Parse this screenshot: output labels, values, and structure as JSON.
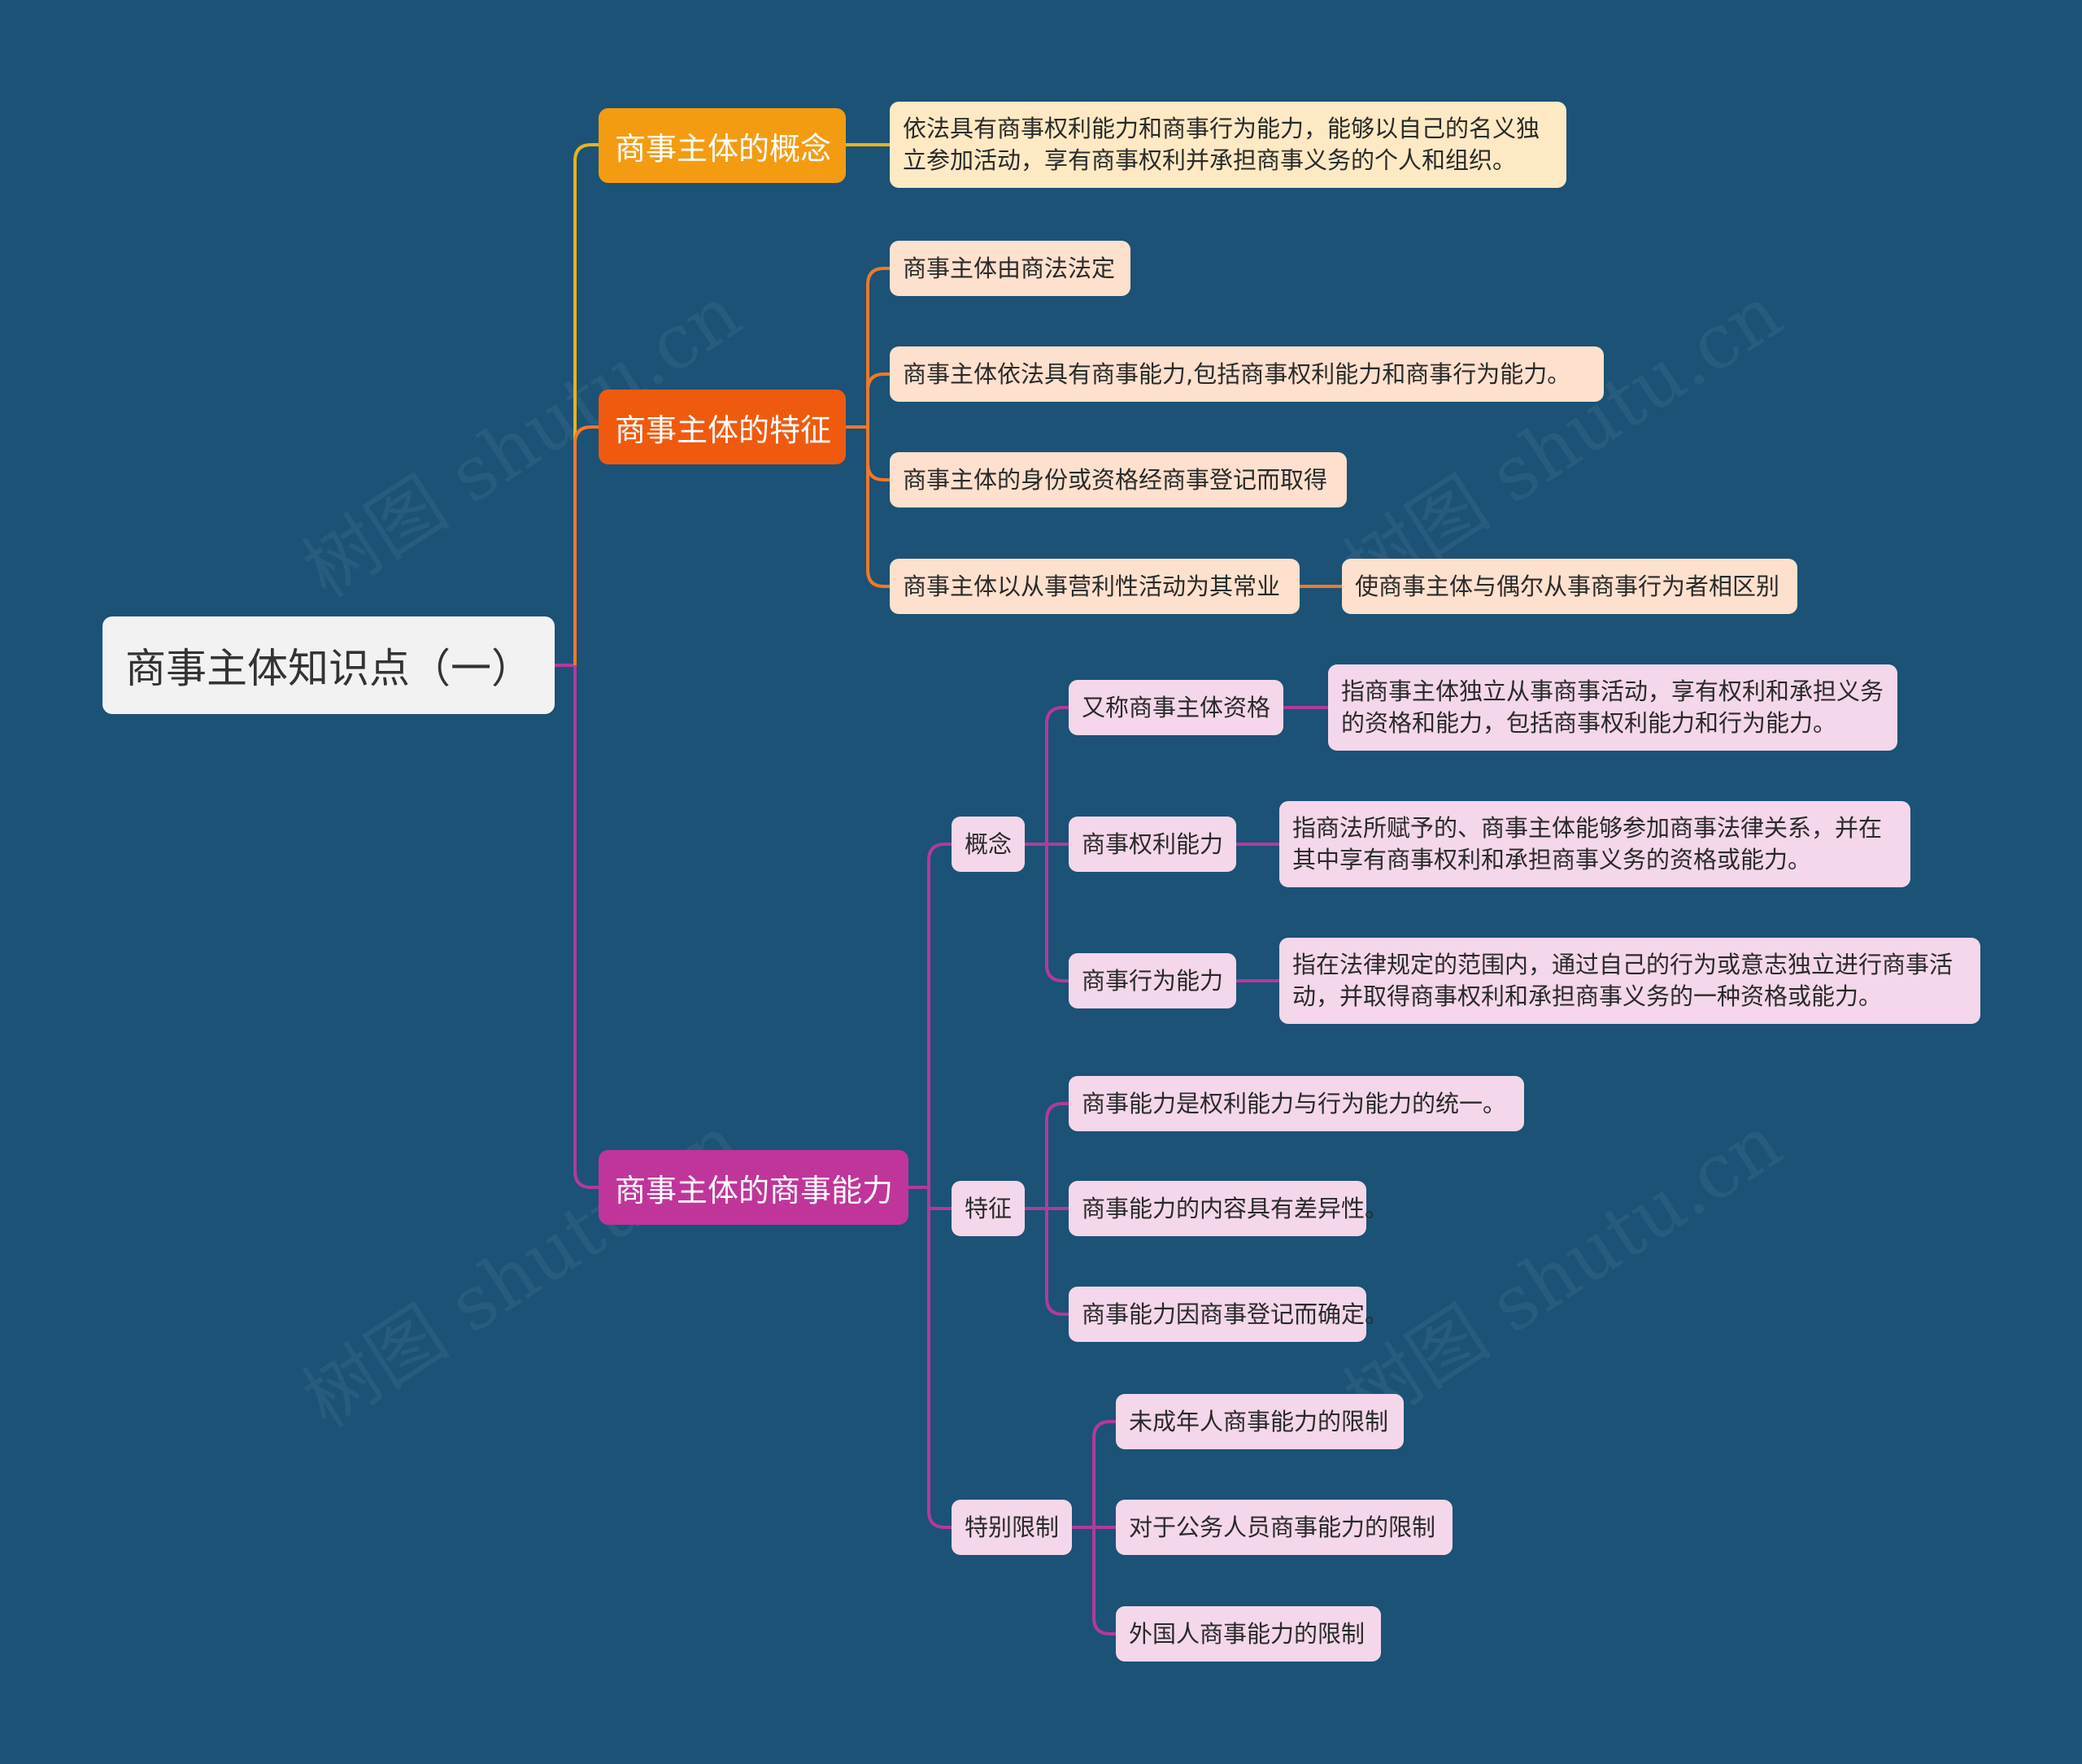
{
  "colors": {
    "background": "#1b5276",
    "branch_yellow": "#f39c12",
    "branch_orange": "#f05a0e",
    "branch_magenta": "#c0359a",
    "line_yellow": "#e9b21d",
    "line_orange": "#f0782a",
    "line_magenta": "#b23a9c"
  },
  "watermark": "树图 shutu.cn",
  "root": {
    "label": "商事主体知识点（一）"
  },
  "concept": {
    "label": "商事主体的概念",
    "detail": "依法具有商事权利能力和商事行为能力，能够以自己的名义独立参加活动，享有商事权利并承担商事义务的个人和组织。"
  },
  "features": {
    "label": "商事主体的特征",
    "items": [
      "商事主体由商法法定",
      "商事主体依法具有商事能力,包括商事权利能力和商事行为能力。",
      "商事主体的身份或资格经商事登记而取得",
      "商事主体以从事营利性活动为其常业"
    ],
    "item4_child": "使商事主体与偶尔从事商事行为者相区别"
  },
  "capacity": {
    "label": "商事主体的商事能力",
    "concept": {
      "label": "概念",
      "items": [
        {
          "label": "又称商事主体资格",
          "detail": "指商事主体独立从事商事活动，享有权利和承担义务的资格和能力，包括商事权利能力和行为能力。"
        },
        {
          "label": "商事权利能力",
          "detail": "指商法所赋予的、商事主体能够参加商事法律关系，并在其中享有商事权利和承担商事义务的资格或能力。"
        },
        {
          "label": "商事行为能力",
          "detail": "指在法律规定的范围内，通过自己的行为或意志独立进行商事活动，并取得商事权利和承担商事义务的一种资格或能力。"
        }
      ]
    },
    "features": {
      "label": "特征",
      "items": [
        "商事能力是权利能力与行为能力的统一。",
        "商事能力的内容具有差异性。",
        "商事能力因商事登记而确定。"
      ]
    },
    "limits": {
      "label": "特别限制",
      "items": [
        "未成年人商事能力的限制",
        "对于公务人员商事能力的限制",
        "外国人商事能力的限制"
      ]
    }
  }
}
